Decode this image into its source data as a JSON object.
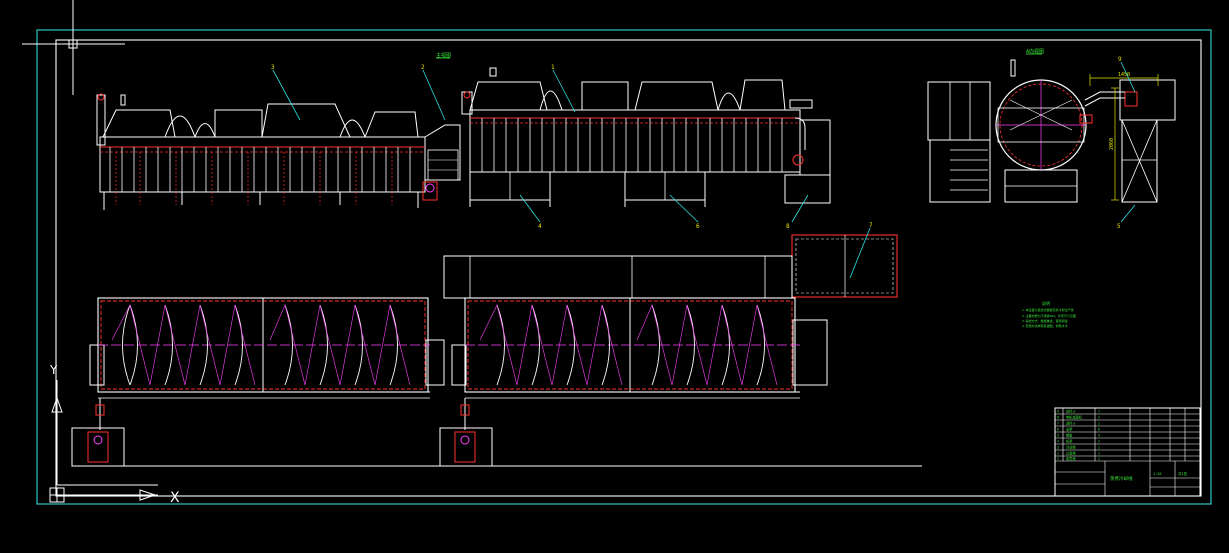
{
  "colors": {
    "background": "#000000",
    "frame": "#2fc8c8",
    "outline": "#ffffff",
    "hidden_line": "#ff3030",
    "centerline": "#ff40ff",
    "leader": "#2fe0e0",
    "dimension": "#e6e600",
    "text": "#39e639"
  },
  "views": {
    "front_view_label": "主视图",
    "side_view_label": "A向视图"
  },
  "balloons": {
    "b1": "1",
    "b2": "2",
    "b3": "3",
    "b4": "4",
    "b5": "5",
    "b6": "6",
    "b7": "7",
    "b8": "8",
    "b9": "9"
  },
  "dimensions": {
    "width": "1450",
    "height": "2060"
  },
  "notes": {
    "title": "说明",
    "lines": [
      "1.本设备为连续式螺旋蒸煮冷却生产线",
      "2.主要材质为不锈钢304，外形尺寸见图",
      "3.输送方式：螺旋推进，变频调速",
      "4.安装时请参照基础图，调整水平"
    ]
  },
  "ucs_icon": {
    "y_label": "Y",
    "x_label": "X"
  },
  "title_block": {
    "parts_list": [
      {
        "no": "9",
        "name": "出料斗",
        "qty": "1"
      },
      {
        "no": "8",
        "name": "电机减速机",
        "qty": "2"
      },
      {
        "no": "7",
        "name": "进料斗",
        "qty": "1"
      },
      {
        "no": "6",
        "name": "支架",
        "qty": "6"
      },
      {
        "no": "5",
        "name": "螺旋",
        "qty": "4"
      },
      {
        "no": "4",
        "name": "机架",
        "qty": "2"
      },
      {
        "no": "3",
        "name": "冷却槽",
        "qty": "1"
      },
      {
        "no": "2",
        "name": "过渡槽",
        "qty": "1"
      },
      {
        "no": "1",
        "name": "蒸煮槽",
        "qty": "1"
      }
    ],
    "drawing_title": "蒸煮冷却线",
    "scale": "1:20",
    "sheet": "共1张"
  }
}
